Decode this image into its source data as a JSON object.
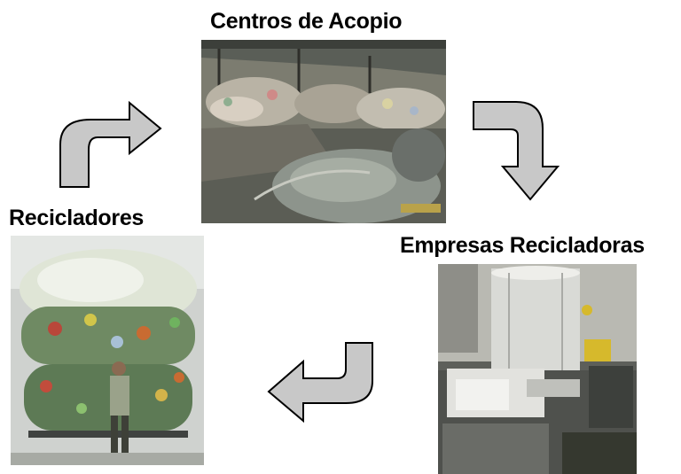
{
  "diagram": {
    "nodes": [
      {
        "id": "centros",
        "label": "Centros de Acopio"
      },
      {
        "id": "empresas",
        "label": "Empresas Recicladoras"
      },
      {
        "id": "recicladores",
        "label": "Recicladores"
      }
    ],
    "edges": [
      {
        "from": "centros",
        "to": "empresas"
      },
      {
        "from": "empresas",
        "to": "recicladores"
      },
      {
        "from": "recicladores",
        "to": "centros"
      }
    ]
  },
  "colors": {
    "arrow_fill": "#c8c8c8",
    "arrow_stroke": "#000000",
    "text": "#000000",
    "background": "#ffffff"
  }
}
